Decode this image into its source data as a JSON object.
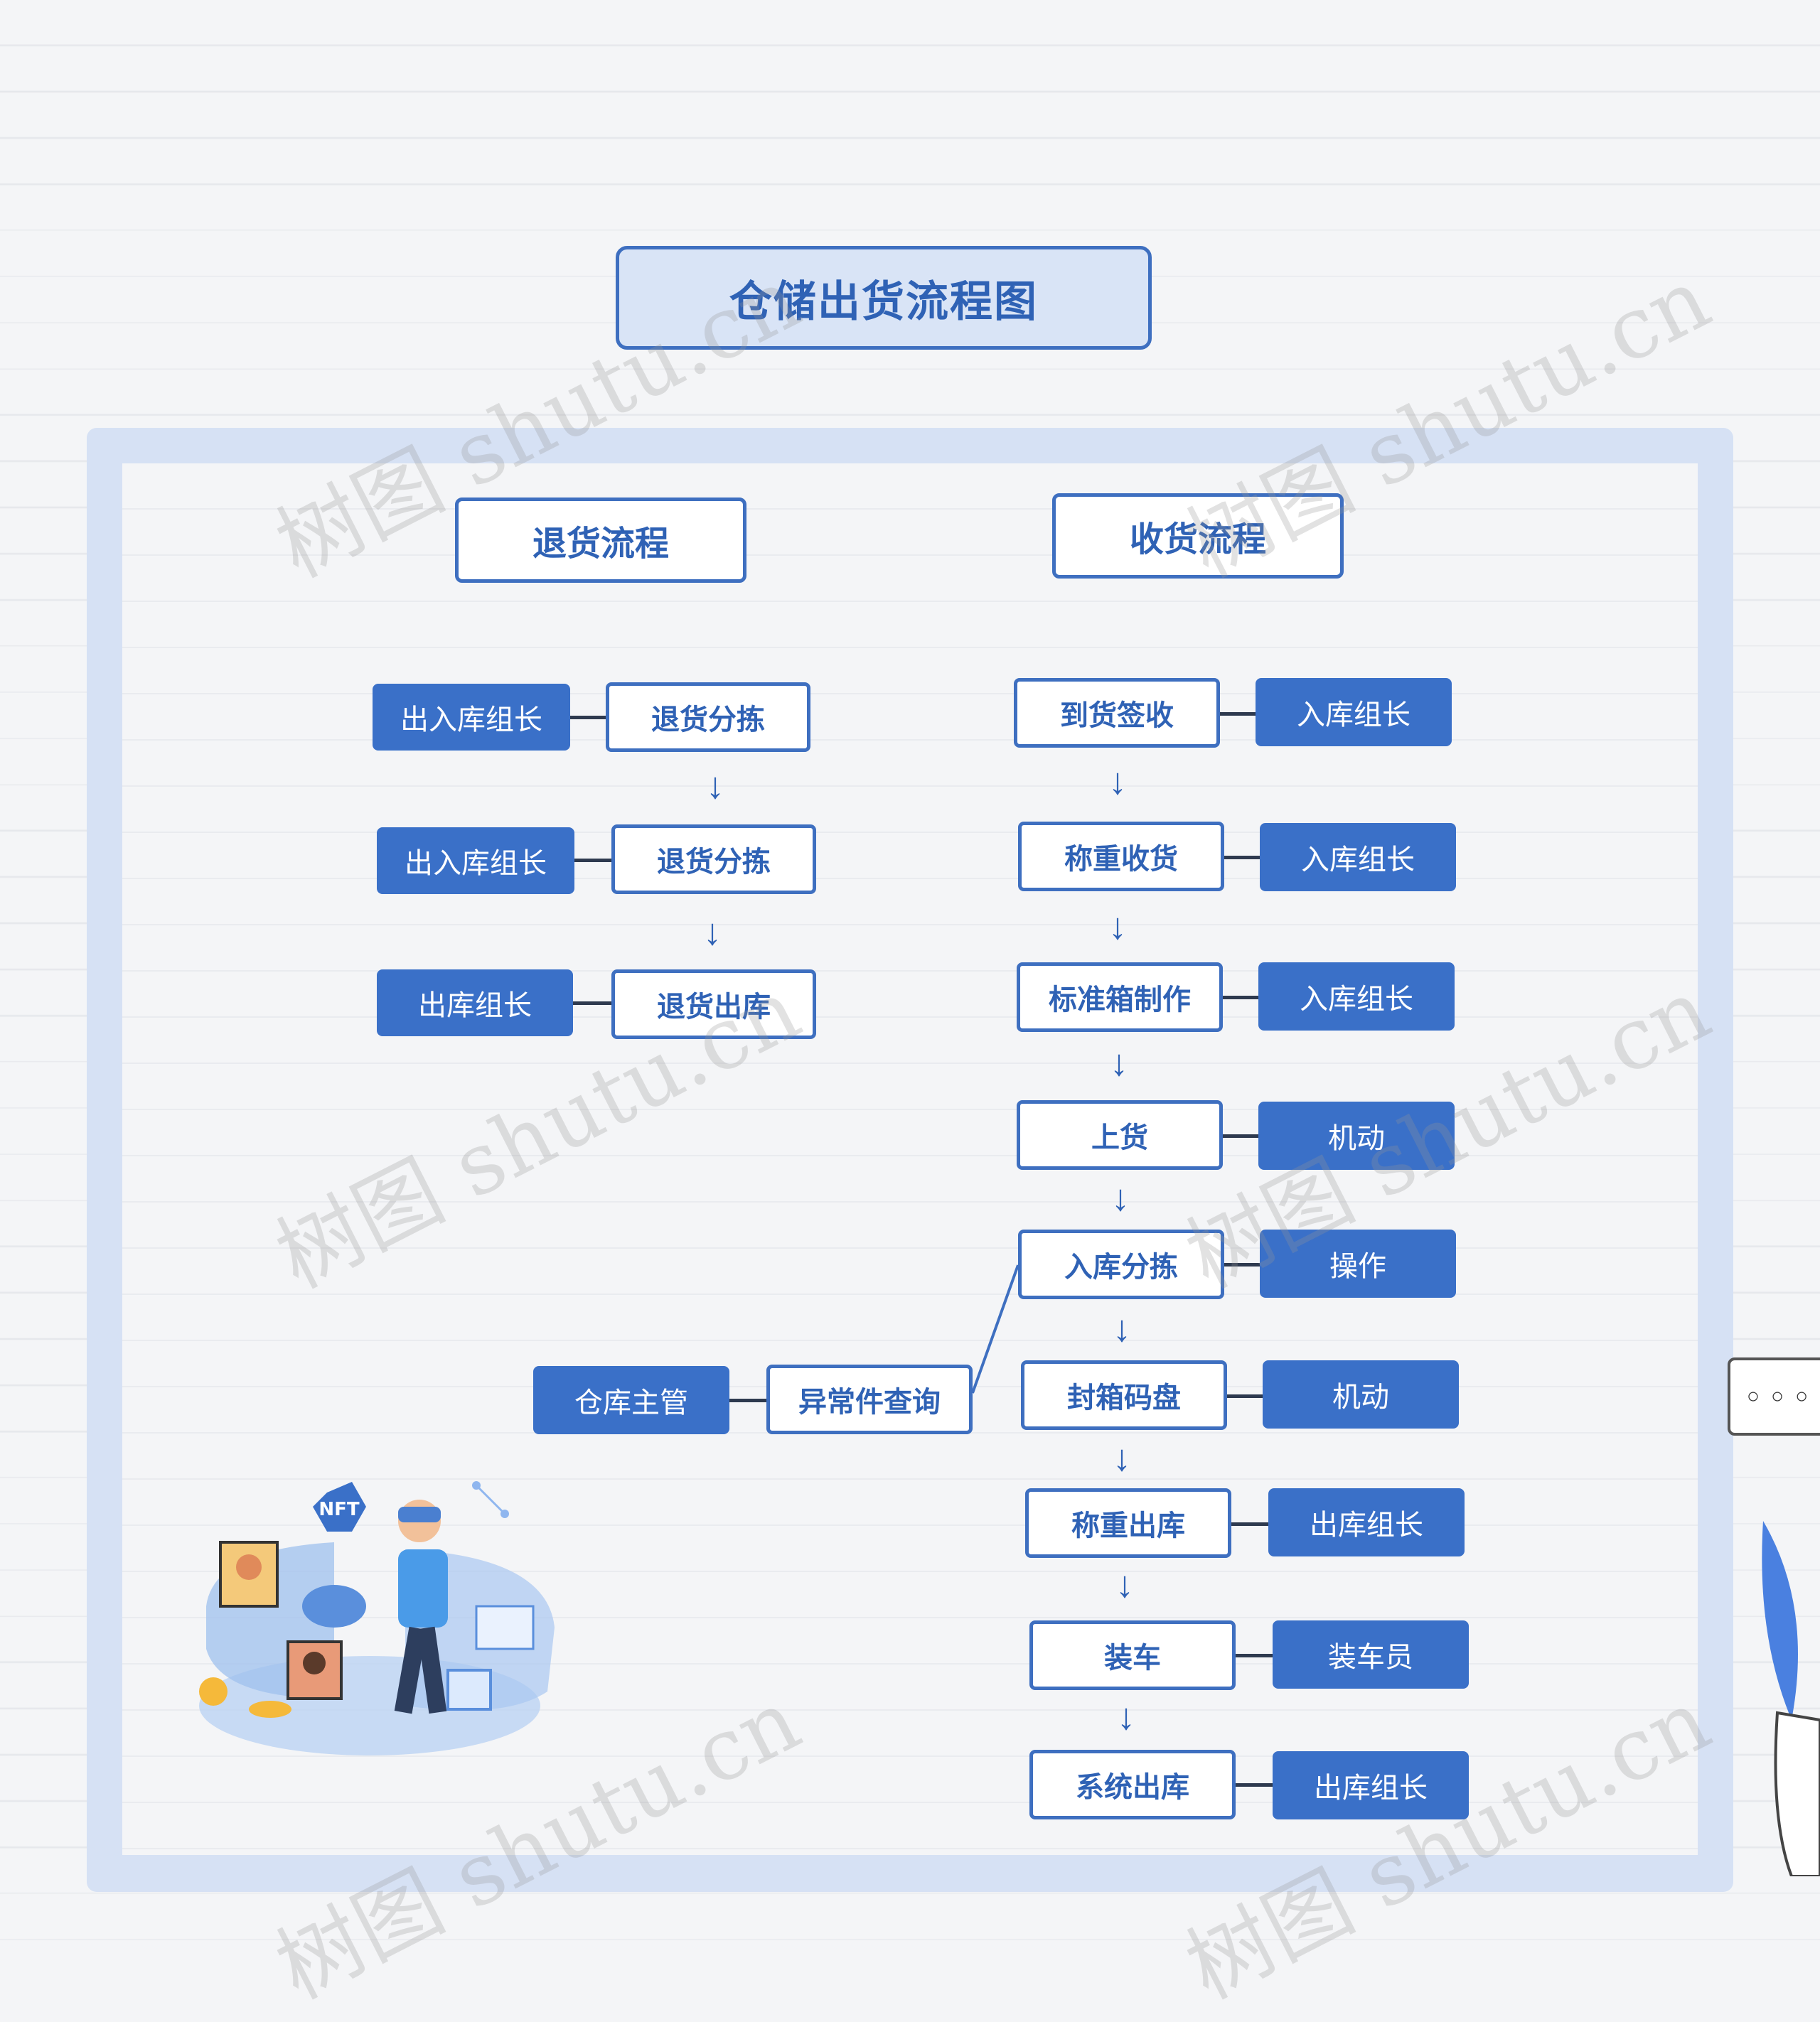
{
  "title": "仓储出货流程图",
  "sections": {
    "return_flow": "退货流程",
    "receive_flow": "收货流程"
  },
  "return_nodes": [
    {
      "role": "出入库组长",
      "step": "退货分拣"
    },
    {
      "role": "出入库组长",
      "step": "退货分拣"
    },
    {
      "role": "出库组长",
      "step": "退货出库"
    }
  ],
  "receive_nodes": [
    {
      "step": "到货签收",
      "role": "入库组长"
    },
    {
      "step": "称重收货",
      "role": "入库组长"
    },
    {
      "step": "标准箱制作",
      "role": "入库组长"
    },
    {
      "step": "上货",
      "role": "机动"
    },
    {
      "step": "入库分拣",
      "role": "操作"
    },
    {
      "step": "封箱码盘",
      "role": "机动"
    },
    {
      "step": "称重出库",
      "role": "出库组长"
    },
    {
      "step": "装车",
      "role": "装车员"
    },
    {
      "step": "系统出库",
      "role": "出库组长"
    }
  ],
  "exception": {
    "role": "仓库主管",
    "step": "异常件查询"
  },
  "arrow_glyph": "↓",
  "illustration_badge": "NFT",
  "watermark": "树图 shutu.cn",
  "colors": {
    "accent": "#3a70c8",
    "border": "#3e6fc0",
    "title_bg": "#d9e4f6",
    "frame": "#d6e1f4"
  }
}
